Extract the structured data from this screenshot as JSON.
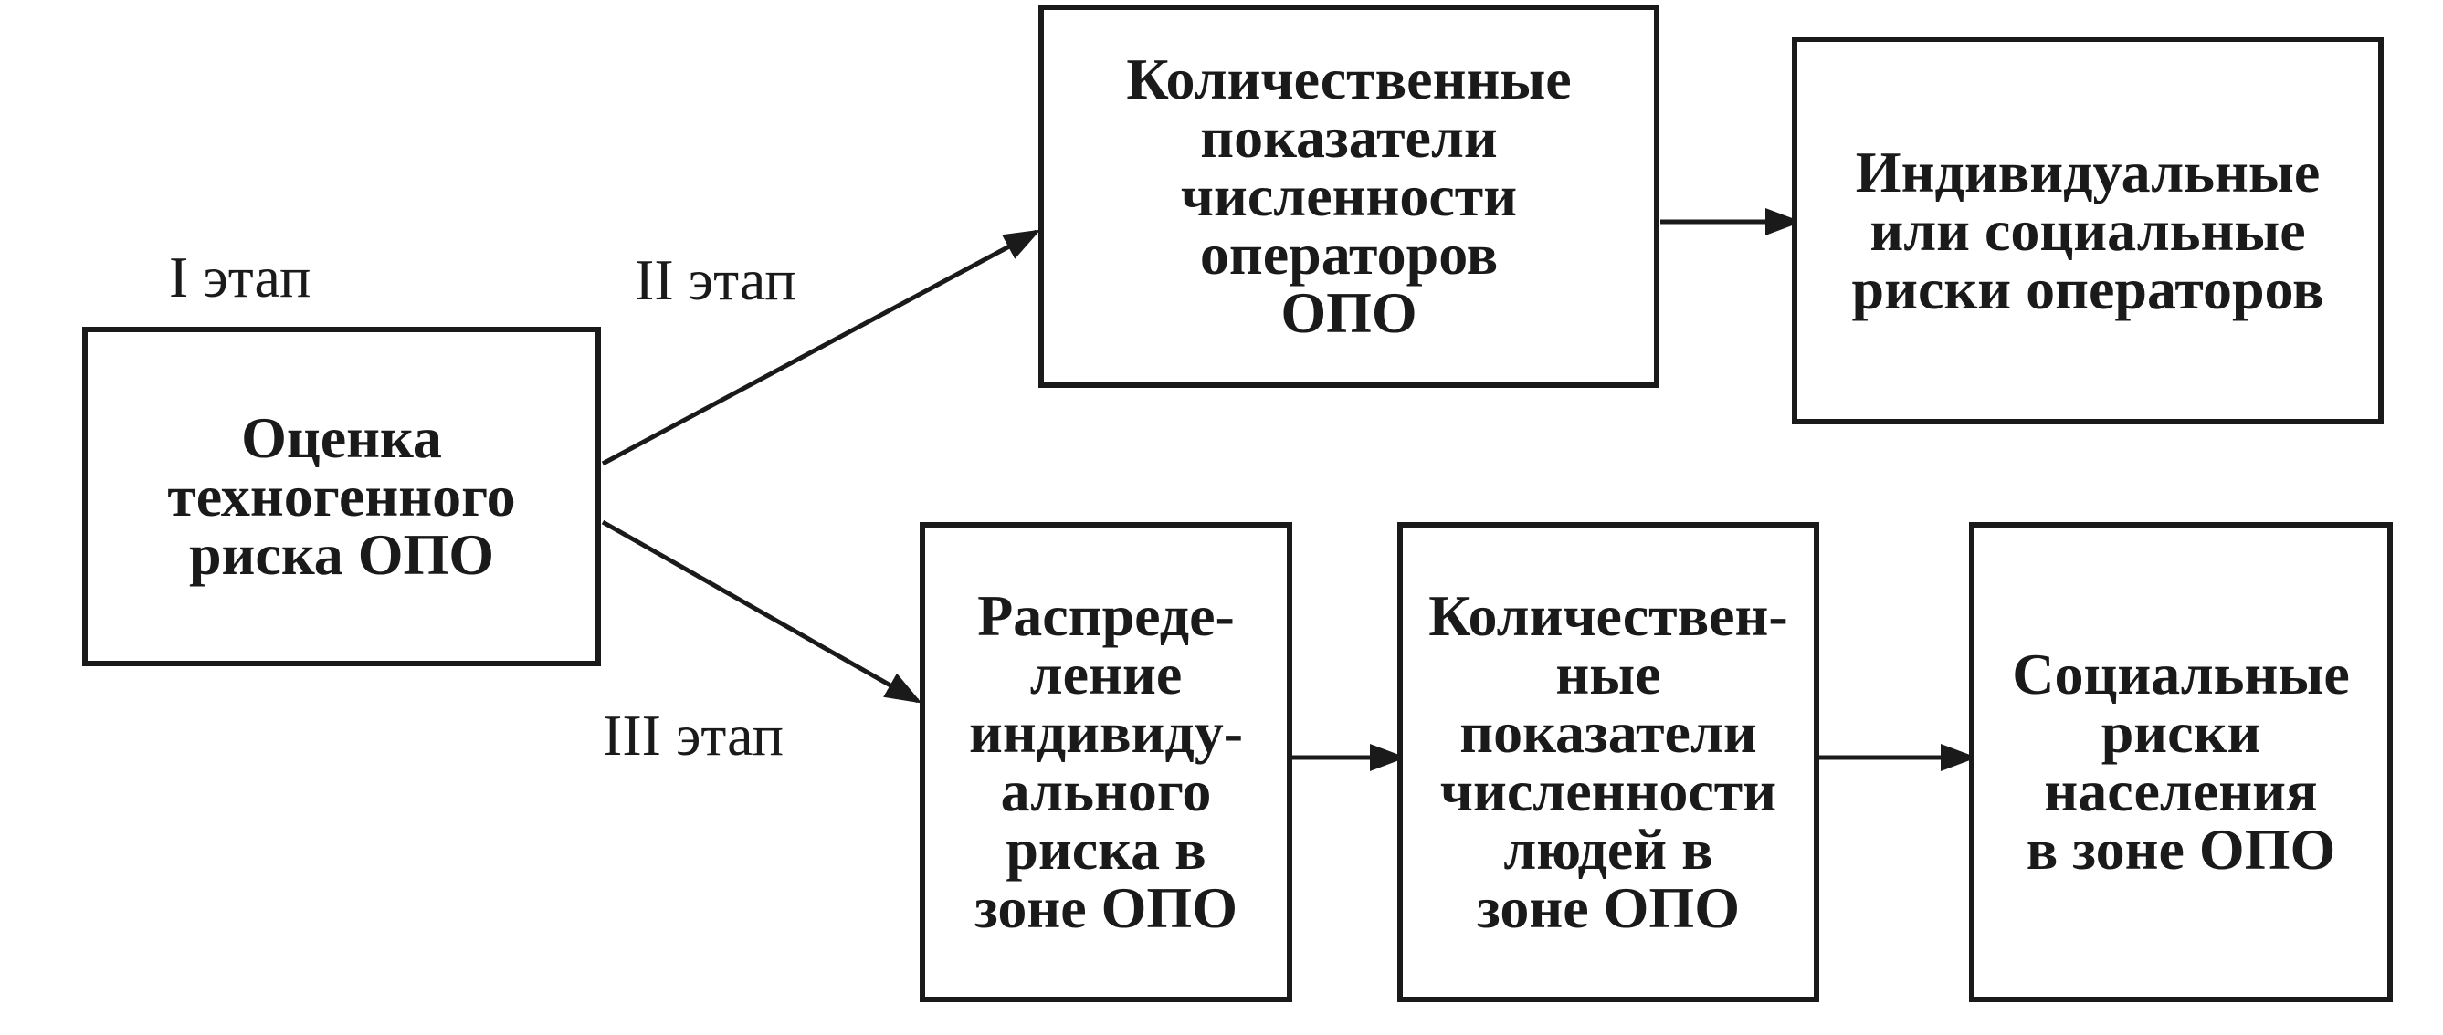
{
  "stages": {
    "stage1": "I этап",
    "stage2": "II этап",
    "stage3": "III этап"
  },
  "boxes": {
    "assessment": "Оценка\nтехногенного\nриска ОПО",
    "operator_counts": "Количественные\nпоказатели\nчисленности\nоператоров\nОПО",
    "operator_risks": "Индивидуальные\nили социальные\nриски операторов",
    "risk_distribution": "Распреде-\nление\nиндивиду-\nального\nриска в\nзоне ОПО",
    "people_counts": "Количествен-\nные\nпоказатели\nчисленности\nлюдей в\nзоне ОПО",
    "population_risks": "Социальные\nриски\nнаселения\nв зоне ОПО"
  },
  "colors": {
    "line": "#1a1a1a",
    "background": "#ffffff"
  }
}
